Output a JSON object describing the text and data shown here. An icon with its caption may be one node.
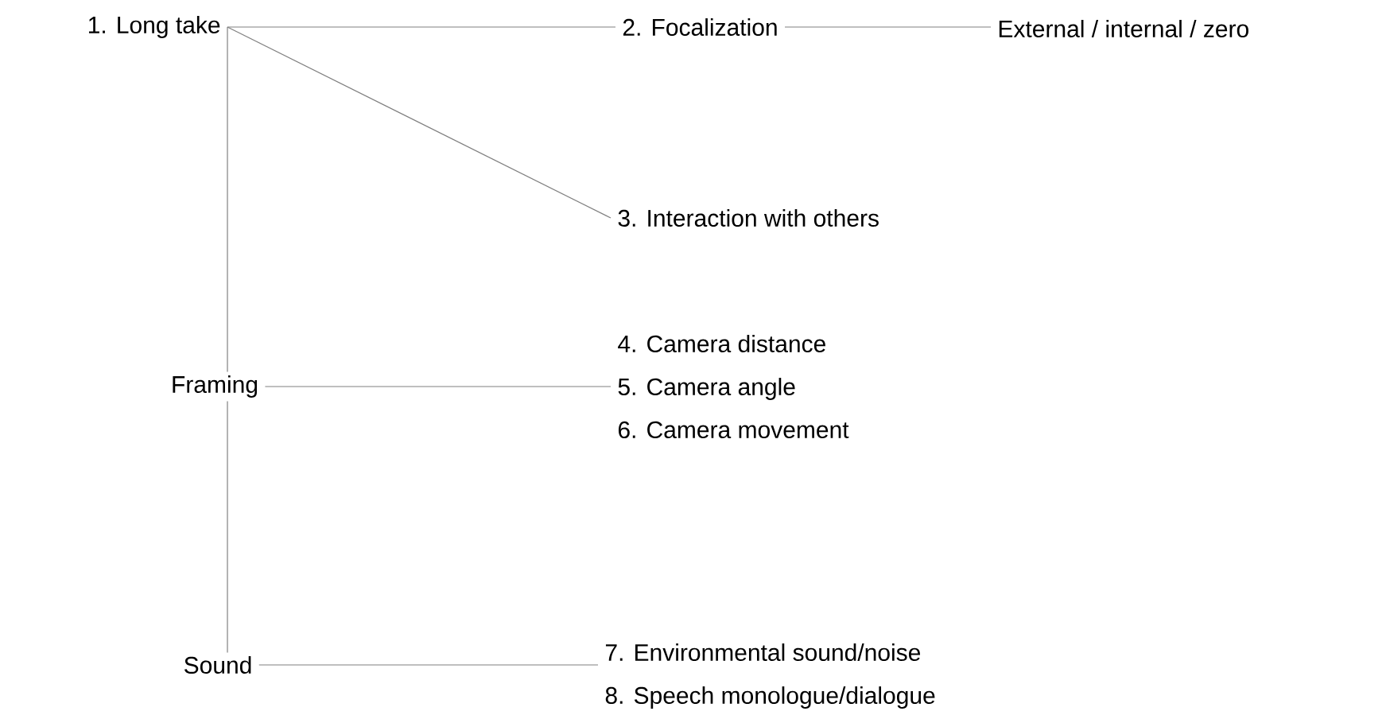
{
  "diagram": {
    "nodes": [
      {
        "text": [
          "1. Long take"
        ]
      },
      {
        "text": [
          "2. Focalization"
        ]
      },
      {
        "text": [
          "External / internal / zero"
        ]
      },
      {
        "text": [
          "3. Interaction with others"
        ]
      },
      {
        "text": [
          "Framing"
        ]
      },
      {
        "text": [
          "4. Camera distance",
          "5. Camera angle",
          "6. Camera movement"
        ]
      },
      {
        "text": [
          "Sound"
        ]
      },
      {
        "text": [
          "7. Environmental sound/noise",
          "8. Speech monologue/dialogue"
        ]
      }
    ],
    "edges": [
      {
        "from": 0,
        "to": 1,
        "arrow": "none"
      },
      {
        "from": 1,
        "to": 2,
        "arrow": "none"
      },
      {
        "from": 0,
        "to": 3,
        "arrow": "none"
      },
      {
        "from": 0,
        "to": 4,
        "arrow": "none"
      },
      {
        "from": 4,
        "to": 5,
        "arrow": "none"
      },
      {
        "from": 4,
        "to": 6,
        "arrow": "none"
      },
      {
        "from": 6,
        "to": 7,
        "arrow": "none"
      }
    ]
  }
}
